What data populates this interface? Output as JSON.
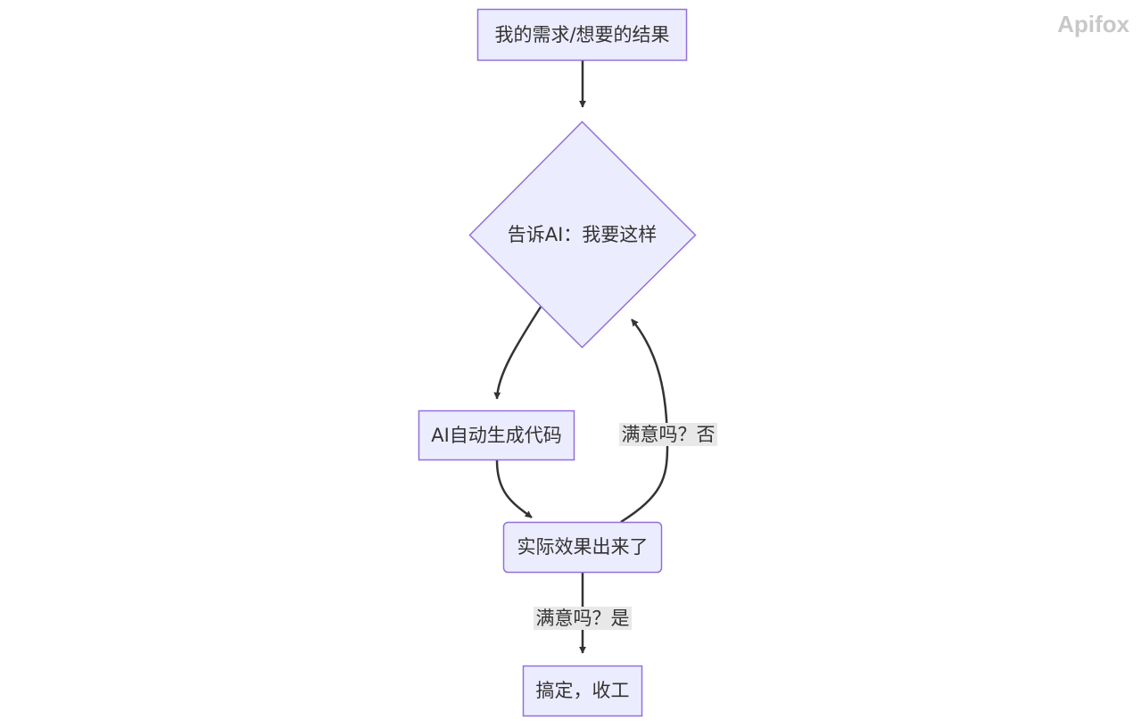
{
  "watermark": "Apifox",
  "colors": {
    "node_fill": "#ECECFF",
    "node_stroke": "#9370DB",
    "edge": "#333333",
    "label_bg": "#E8E8E8",
    "text": "#333333"
  },
  "nodes": {
    "requirement": "我的需求/想要的结果",
    "tell_ai": "告诉AI：我要这样",
    "ai_generate": "AI自动生成代码",
    "actual_result": "实际效果出来了",
    "done": "搞定，收工"
  },
  "edges": {
    "not_satisfied": "满意吗？否",
    "satisfied": "满意吗？是"
  }
}
